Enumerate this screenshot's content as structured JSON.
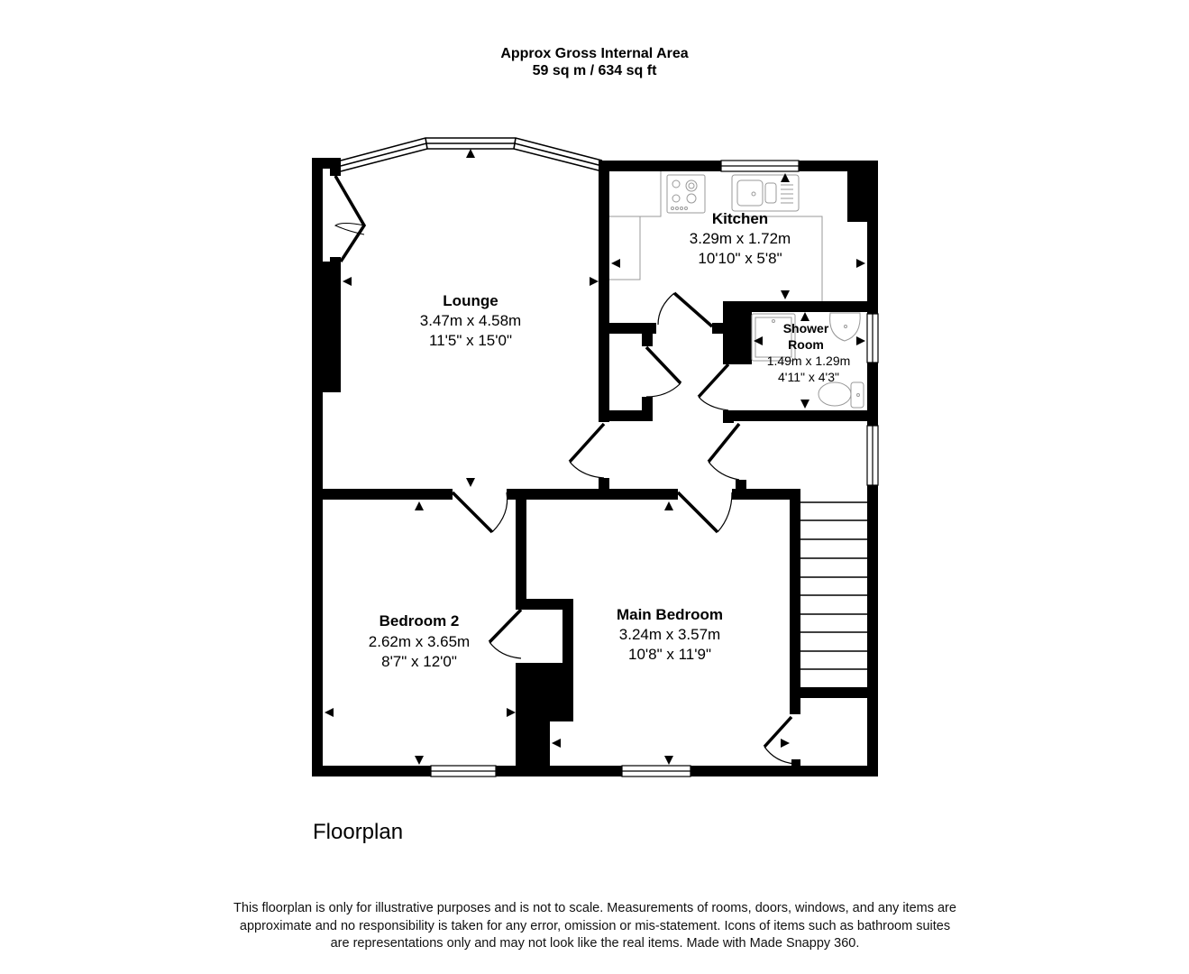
{
  "header": {
    "title": "Approx Gross Internal Area",
    "area": "59 sq m / 634 sq ft"
  },
  "rooms": [
    {
      "id": "lounge",
      "name": "Lounge",
      "metric": "3.47m x 4.58m",
      "imperial": "11'5\" x 15'0\""
    },
    {
      "id": "kitchen",
      "name": "Kitchen",
      "metric": "3.29m x 1.72m",
      "imperial": "10'10\" x 5'8\""
    },
    {
      "id": "shower-room",
      "name_line1": "Shower",
      "name_line2": "Room",
      "metric": "1.49m x 1.29m",
      "imperial": "4'11\" x 4'3\""
    },
    {
      "id": "bedroom-2",
      "name": "Bedroom 2",
      "metric": "2.62m x 3.65m",
      "imperial": "8'7\" x 12'0\""
    },
    {
      "id": "main-bedroom",
      "name": "Main Bedroom",
      "metric": "3.24m x 3.57m",
      "imperial": "10'8\" x 11'9\""
    }
  ],
  "floor_label": "Floorplan",
  "disclaimer": {
    "line1": "This floorplan is only for illustrative purposes and is not to scale. Measurements of rooms, doors, windows, and any items are",
    "line2": "approximate and no responsibility is taken for any error, omission or mis-statement. Icons of items such as bathroom suites",
    "line3": "are representations only and may not look like the real items. Made with Made Snappy 360."
  },
  "colors": {
    "wall": "#000000",
    "fixture": "#9a9a9a",
    "background": "#ffffff"
  }
}
